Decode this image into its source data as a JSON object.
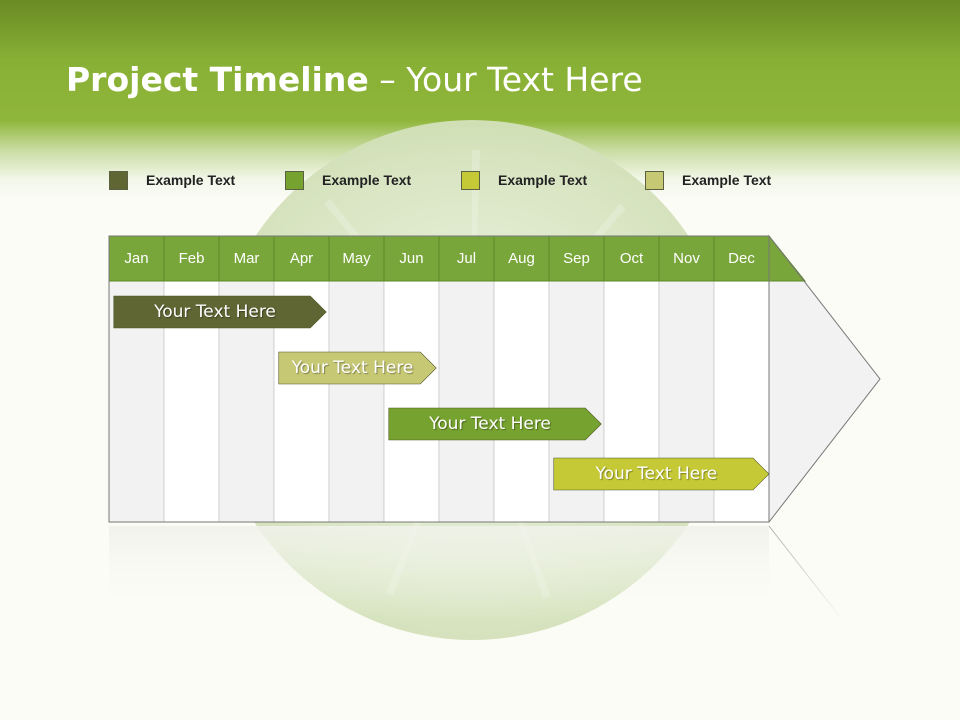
{
  "title": {
    "bold": "Project Timeline",
    "rest": " – Your Text Here"
  },
  "legend": [
    {
      "label": "Example Text",
      "color": "#5f6633"
    },
    {
      "label": "Example Text",
      "color": "#76a22f"
    },
    {
      "label": "Example Text",
      "color": "#c5c936"
    },
    {
      "label": "Example Text",
      "color": "#c6c874"
    }
  ],
  "months": [
    "Jan",
    "Feb",
    "Mar",
    "Apr",
    "May",
    "Jun",
    "Jul",
    "Aug",
    "Sep",
    "Oct",
    "Nov",
    "Dec"
  ],
  "colors": {
    "header_green": "#79a63a",
    "column_light": "#f2f2f2",
    "column_white": "#ffffff",
    "grid_border": "#b8b8b8"
  },
  "tasks": [
    {
      "label": "Your  Text Here",
      "start_month": 0.05,
      "end_month": 3.95,
      "color": "#5f6633"
    },
    {
      "label": "Your  Text Here",
      "start_month": 3.05,
      "end_month": 5.95,
      "color": "#c6c874"
    },
    {
      "label": "Your  Text Here",
      "start_month": 5.05,
      "end_month": 8.95,
      "color": "#76a22f"
    },
    {
      "label": "Your  Text Here",
      "start_month": 8.05,
      "end_month": 12.0,
      "color": "#c5c936"
    }
  ]
}
